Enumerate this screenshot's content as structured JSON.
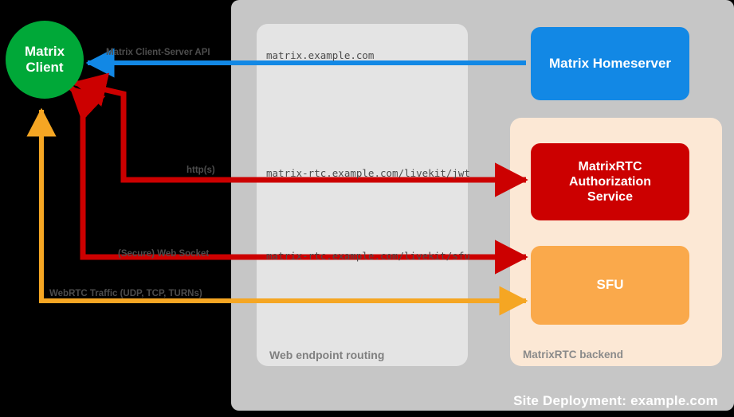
{
  "diagram": {
    "site": {
      "label": "Site Deployment: example.com",
      "color": "#c6c6c6"
    },
    "zones": [
      {
        "id": "web-endpoint-routing",
        "label": "Web endpoint routing",
        "color": "#e4e4e4"
      },
      {
        "id": "matrixrtc-backend",
        "label": "MatrixRTC backend",
        "color": "#fce8d5"
      }
    ],
    "nodes": [
      {
        "id": "matrix-client",
        "label_line1": "Matrix",
        "label_line2": "Client",
        "shape": "circle",
        "color": "#00a838"
      },
      {
        "id": "matrix-homeserver",
        "label": "Matrix Homeserver",
        "shape": "rounded-rect",
        "color": "#1288e5"
      },
      {
        "id": "matrixrtc-authorization-service",
        "label_line1": "MatrixRTC",
        "label_line2": "Authorization",
        "label_line3": "Service",
        "shape": "rounded-rect",
        "color": "#cc0000"
      },
      {
        "id": "sfu",
        "label": "SFU",
        "shape": "rounded-rect",
        "color": "#faa94b"
      }
    ],
    "connections": [
      {
        "id": "matrix-client-server-api",
        "protocol_label": "Matrix Client-Server API",
        "endpoint_label": "matrix.example.com",
        "color": "#1288e5",
        "direction": "homeserver-to-client"
      },
      {
        "id": "livekit-jwt",
        "protocol_label": "http(s)",
        "endpoint_label": "matrix-rtc.example.com/livekit/jwt",
        "color": "#cc0000",
        "direction": "bidirectional"
      },
      {
        "id": "livekit-sfu-websocket",
        "protocol_label": "(Secure) Web Socket",
        "endpoint_label": "matrix-rtc.example.com/livekit/sfu",
        "color": "#cc0000",
        "direction": "bidirectional"
      },
      {
        "id": "webrtc-traffic",
        "protocol_label": "WebRTC Traffic (UDP, TCP, TURNs)",
        "endpoint_label": "",
        "color": "#f5a623",
        "direction": "bidirectional"
      }
    ]
  }
}
